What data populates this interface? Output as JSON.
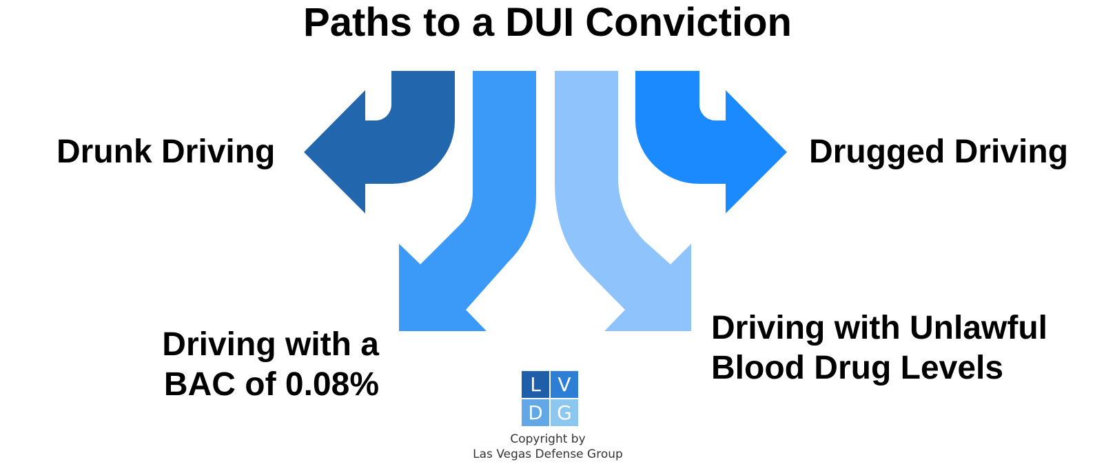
{
  "title": "Paths to a DUI Conviction",
  "paths": {
    "drunk_driving": "Drunk Driving",
    "drugged_driving": "Drugged Driving",
    "bac_line1": "Driving with a",
    "bac_line2": "BAC of 0.08%",
    "blood_line1": "Driving with Unlawful",
    "blood_line2": "Blood Drug Levels"
  },
  "logo": {
    "top_left": "L",
    "top_right": "V",
    "bottom_left": "D",
    "bottom_right": "G"
  },
  "copyright": {
    "line1": "Copyright by",
    "line2": "Las Vegas Defense Group"
  },
  "colors": {
    "arrow_drunk": "#2266ae",
    "arrow_bac": "#3b9af7",
    "arrow_blood": "#8ec4fb",
    "arrow_drugged": "#1a8afe",
    "logo_l": "#1f5ea8",
    "logo_v": "#2d7fd6",
    "logo_d": "#63a8e6",
    "logo_g": "#8cc7ef"
  }
}
